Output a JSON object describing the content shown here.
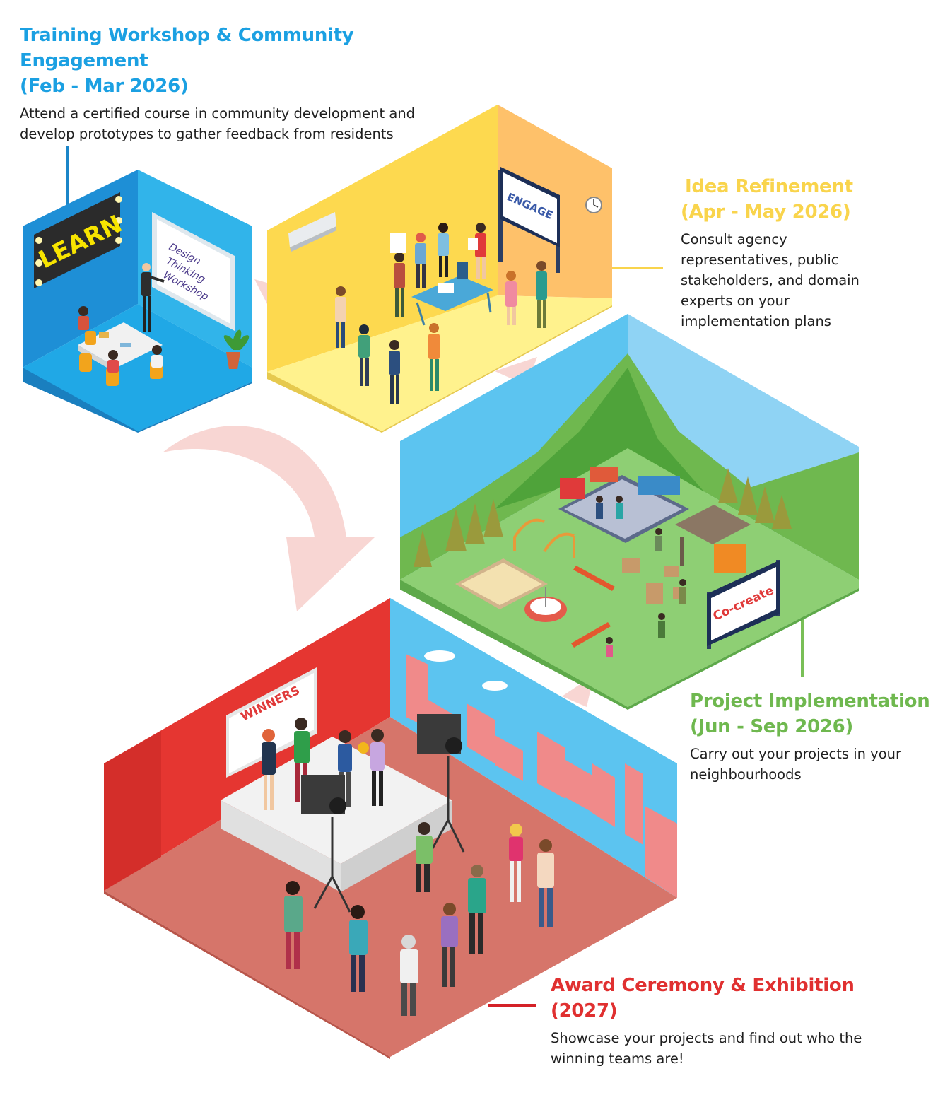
{
  "stages": [
    {
      "id": "training",
      "title_line1": "Training Workshop & Community Engagement",
      "title_line2": "(Feb - Mar 2026)",
      "desc_line1": "Attend a certified course in community development and",
      "desc_line2": "develop prototypes to gather feedback from residents",
      "color": "#1ba0e2"
    },
    {
      "id": "idea",
      "title_line1": "Idea Refinement",
      "title_line2": "(Apr - May 2026)",
      "desc_lines": [
        "Consult agency",
        "representatives, public",
        "stakeholders, and domain",
        "experts on your",
        "implementation plans"
      ],
      "color": "#f9d44c"
    },
    {
      "id": "implementation",
      "title_line1": "Project Implementation",
      "title_line2": "(Jun - Sep 2026)",
      "desc_line1": "Carry out your projects in your",
      "desc_line2": "neighbourhoods",
      "color": "#6fb84f"
    },
    {
      "id": "award",
      "title_line1": "Award Ceremony & Exhibition",
      "title_line2": "(2027)",
      "desc_line1": "Showcase your projects and find out who the",
      "desc_line2": "winning teams are!",
      "color": "#e03030"
    }
  ],
  "signs": {
    "learn": "LEARN",
    "whiteboard_line1": "Design",
    "whiteboard_line2": "Thinking",
    "whiteboard_line3": "Workshop",
    "engage": "ENGAGE",
    "cocreate": "Co-create",
    "winners": "WINNERS"
  },
  "colors": {
    "blue_room": "#1fa2e0",
    "yellow_room": "#fde06b",
    "green_room": "#8fcf74",
    "red_room": "#e53631",
    "arrow": "#f6c9c4"
  }
}
